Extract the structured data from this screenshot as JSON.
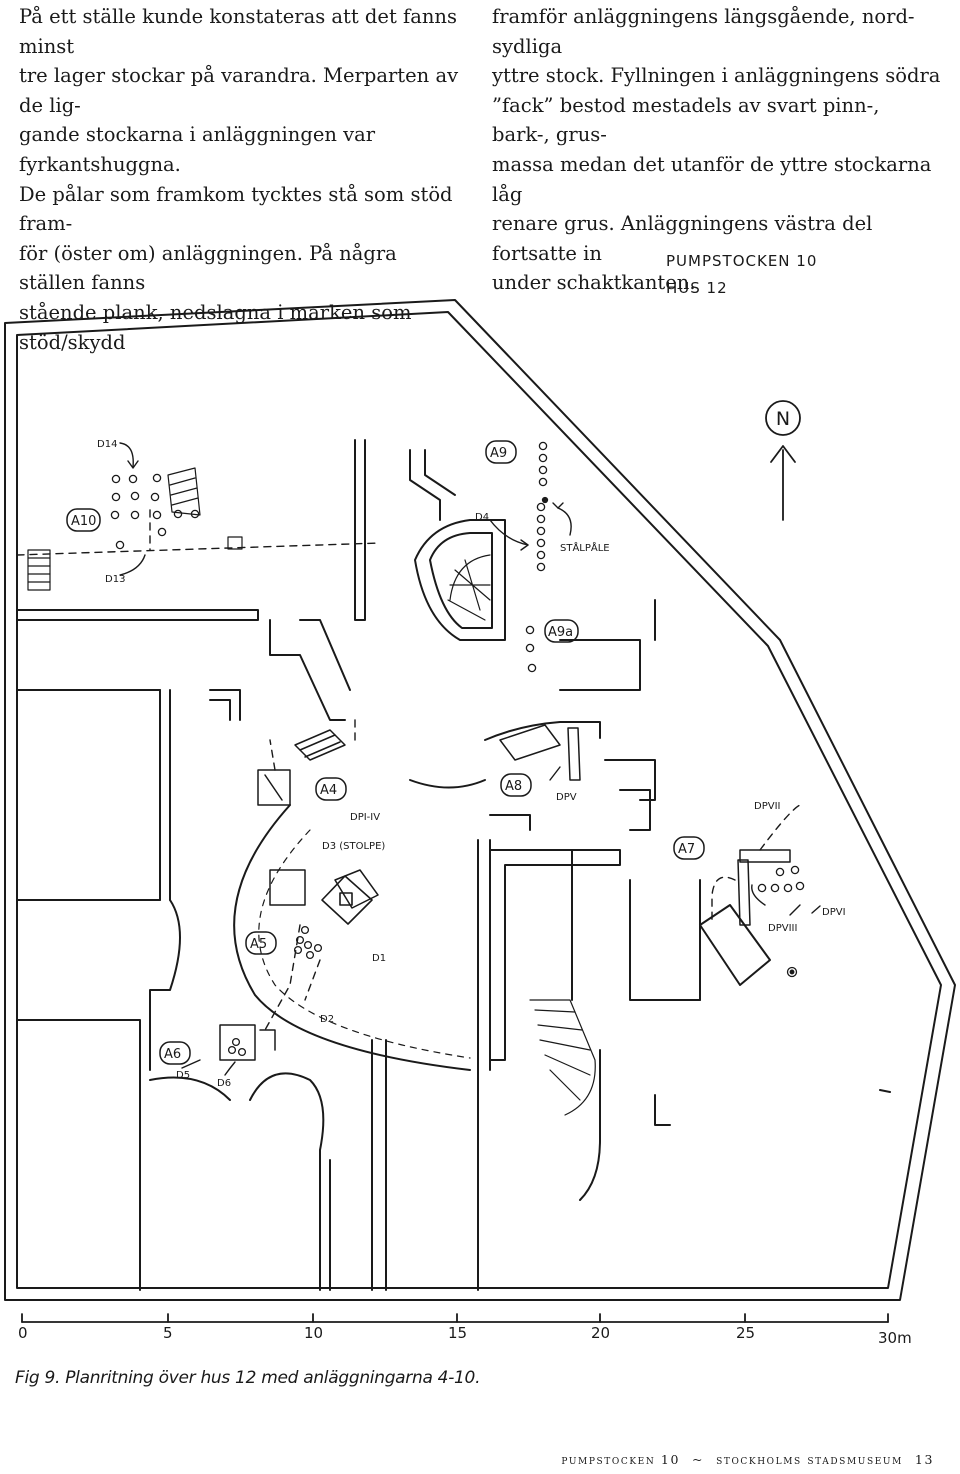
{
  "text": {
    "left_lines": [
      "På ett ställe kunde konstateras att det fanns minst",
      "tre lager stockar på varandra. Merparten av de lig-",
      "gande stockarna i anläggningen var fyrkantshuggna.",
      "De pålar som framkom tycktes stå som stöd fram-",
      "för (öster om) anläggningen. På några ställen fanns",
      "stående plank, nedslagna i marken som stöd/skydd"
    ],
    "right_lines": [
      "framför anläggningens längsgående, nord-sydliga",
      "yttre stock. Fyllningen i anläggningens södra",
      "”fack” bestod mestadels av svart pinn-, bark-, grus-",
      "massa medan det utanför de yttre stockarna låg",
      "renare grus. Anläggningens västra del fortsatte in",
      "under schaktkanten."
    ]
  },
  "plan": {
    "title_line1": "PUMPSTOCKEN 10",
    "title_line2": "HUS 12",
    "north": "N",
    "labels": {
      "a10": "A10",
      "a9": "A9",
      "a9a": "A9a",
      "a4": "A4",
      "a8": "A8",
      "a7": "A7",
      "a5": "A5",
      "a6": "A6",
      "d14": "D14",
      "d13": "D13",
      "d4": "D4",
      "d3": "D3 (STOLPE)",
      "d1": "D1",
      "d2": "D2",
      "d5": "D5",
      "d6": "D6",
      "stalpale": "STÅLPÅLE",
      "dpiv": "DPI-IV",
      "dpv": "DPV",
      "dpvii": "DPVII",
      "dpvi": "DPVI",
      "dpviii": "DPVIII"
    },
    "scale": {
      "ticks": [
        "0",
        "5",
        "10",
        "15",
        "20",
        "25",
        "30m"
      ]
    }
  },
  "caption": "Fig 9. Planritning över hus 12 med anläggningarna 4-10.",
  "footer": {
    "title": "pumpstocken 10",
    "sep": "~",
    "museum": "stockholms stadsmuseum",
    "page": "13"
  }
}
